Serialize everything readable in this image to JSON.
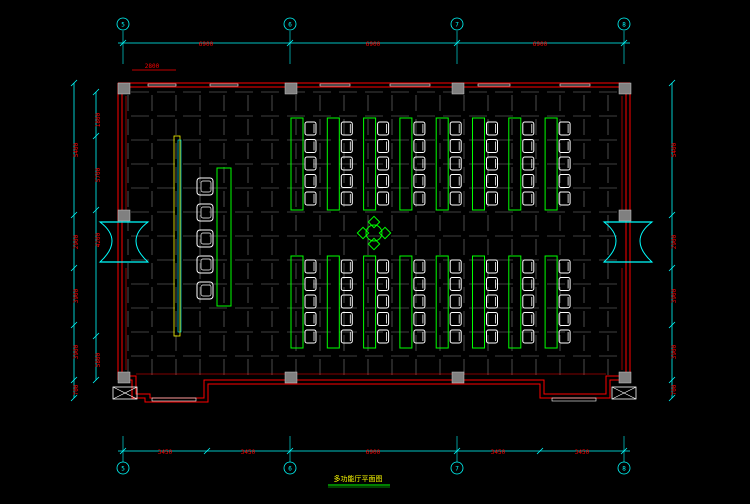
{
  "drawing": {
    "title": "多功能厅平面图",
    "colors": {
      "background": "#000000",
      "wall": "#ff0000",
      "dimension": "#00ffff",
      "grid_floor": "#808080",
      "furniture": "#ffffff",
      "table": "#00ff00",
      "column": "#808080",
      "title_underline": "#00ff00"
    },
    "axes": {
      "top": [
        "5",
        "6",
        "7",
        "8"
      ],
      "bottom": [
        "5",
        "6",
        "7",
        "8"
      ]
    },
    "dimensions": {
      "top": [
        "6900",
        "6900",
        "6900"
      ],
      "top_small": "2800",
      "bottom": [
        "3450",
        "3450",
        "6900",
        "3450",
        "3450"
      ],
      "left_outer": [
        "5400",
        "2900",
        "3900",
        "3900",
        "700"
      ],
      "left_inner": [
        "1800",
        "5700",
        "4200",
        "5800"
      ],
      "right_outer": [
        "5400",
        "2900",
        "3900",
        "3900",
        "700"
      ]
    },
    "furniture": {
      "table_rows": 2,
      "tables_per_row": 8,
      "chairs_per_table": 5,
      "stage_chairs": 5
    }
  }
}
